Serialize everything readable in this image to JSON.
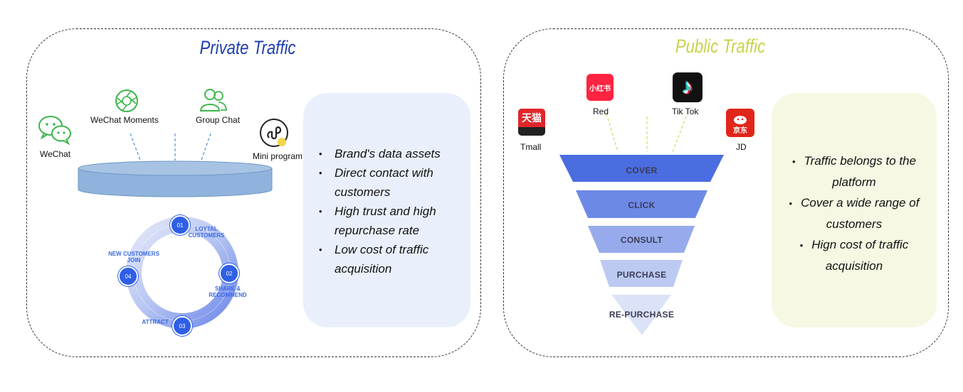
{
  "private": {
    "title": "Private Traffic",
    "title_color": "#1f3fb0",
    "icons": {
      "wechat": "WeChat",
      "moments": "WeChat Moments",
      "group_chat": "Group Chat",
      "mini_program": "Mini program"
    },
    "cycle": {
      "steps": [
        {
          "num": "01",
          "label": "LOYTAL CUSTOMERS"
        },
        {
          "num": "02",
          "label": "SHARE & RECOMMEND"
        },
        {
          "num": "03",
          "label": "ATTRACT"
        },
        {
          "num": "04",
          "label": "NEW CUSTOMERS JOIN"
        }
      ]
    },
    "bullets": [
      "Brand's data assets",
      "Direct contact with customers",
      "High trust and high repurchase rate",
      "Low cost of traffic acquisition"
    ],
    "box_color": "#e9f0fb"
  },
  "public": {
    "title": "Public Traffic",
    "title_color": "#c9d24a",
    "apps": {
      "tmall": {
        "label": "Tmall",
        "glyph": "天猫"
      },
      "red": {
        "label": "Red",
        "glyph": "小红书"
      },
      "tiktok": {
        "label": "Tik Tok",
        "glyph": "♪"
      },
      "jd": {
        "label": "JD",
        "glyph": "京东"
      }
    },
    "funnel": [
      "COVER",
      "CLICK",
      "CONSULT",
      "PURCHASE",
      "RE-PURCHASE"
    ],
    "bullets": [
      "Traffic belongs to the platform",
      "Cover a wide range of customers",
      "Hign cost of traffic acquisition"
    ],
    "box_color": "#f6f8e3"
  }
}
